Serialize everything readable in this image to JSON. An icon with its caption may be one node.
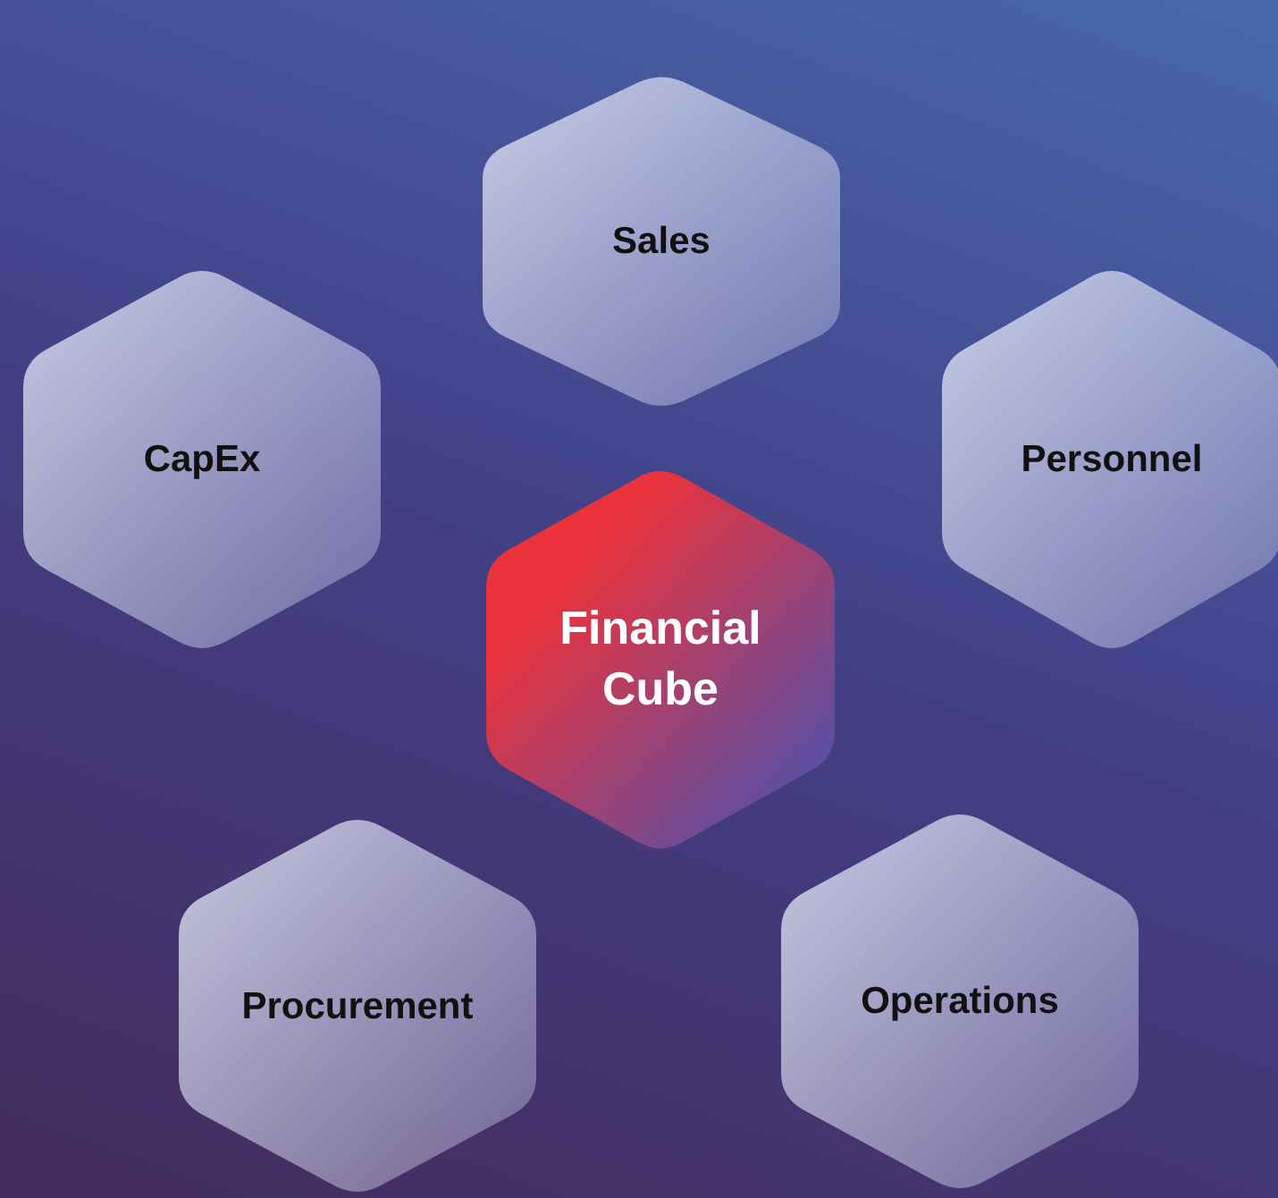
{
  "diagram": {
    "nodes": [
      {
        "text": [
          "Sales"
        ]
      },
      {
        "text": [
          "CapEx"
        ]
      },
      {
        "text": [
          "Personnel"
        ]
      },
      {
        "text": [
          "Financial Cube"
        ]
      },
      {
        "text": [
          "Procurement"
        ]
      },
      {
        "text": [
          "Operations"
        ]
      }
    ]
  }
}
